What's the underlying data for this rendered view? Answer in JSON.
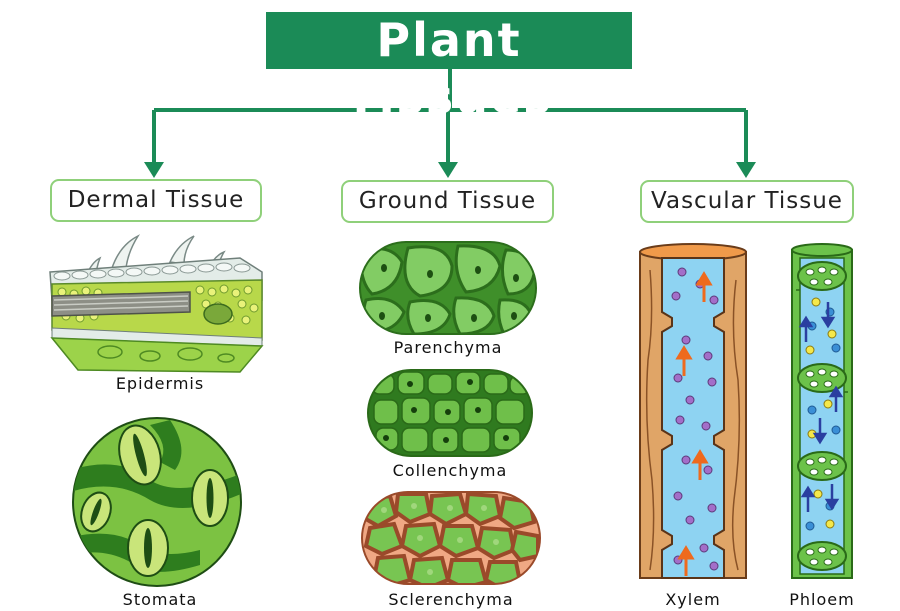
{
  "title": "Plant Tissues",
  "categories": [
    {
      "label": "Dermal Tissue",
      "items": [
        "Epidermis",
        "Stomata"
      ]
    },
    {
      "label": "Ground Tissue",
      "items": [
        "Parenchyma",
        "Collenchyma",
        "Sclerenchyma"
      ]
    },
    {
      "label": "Vascular Tissue",
      "items": [
        "Xylem",
        "Phloem"
      ]
    }
  ],
  "colors": {
    "accent": "#1b8b57",
    "box_border": "#8fd07a",
    "leaf_green": "#7cc242",
    "dark_green": "#2e7d1e",
    "xylem_brown": "#e0a567",
    "vessel_blue": "#8ed3f2"
  }
}
